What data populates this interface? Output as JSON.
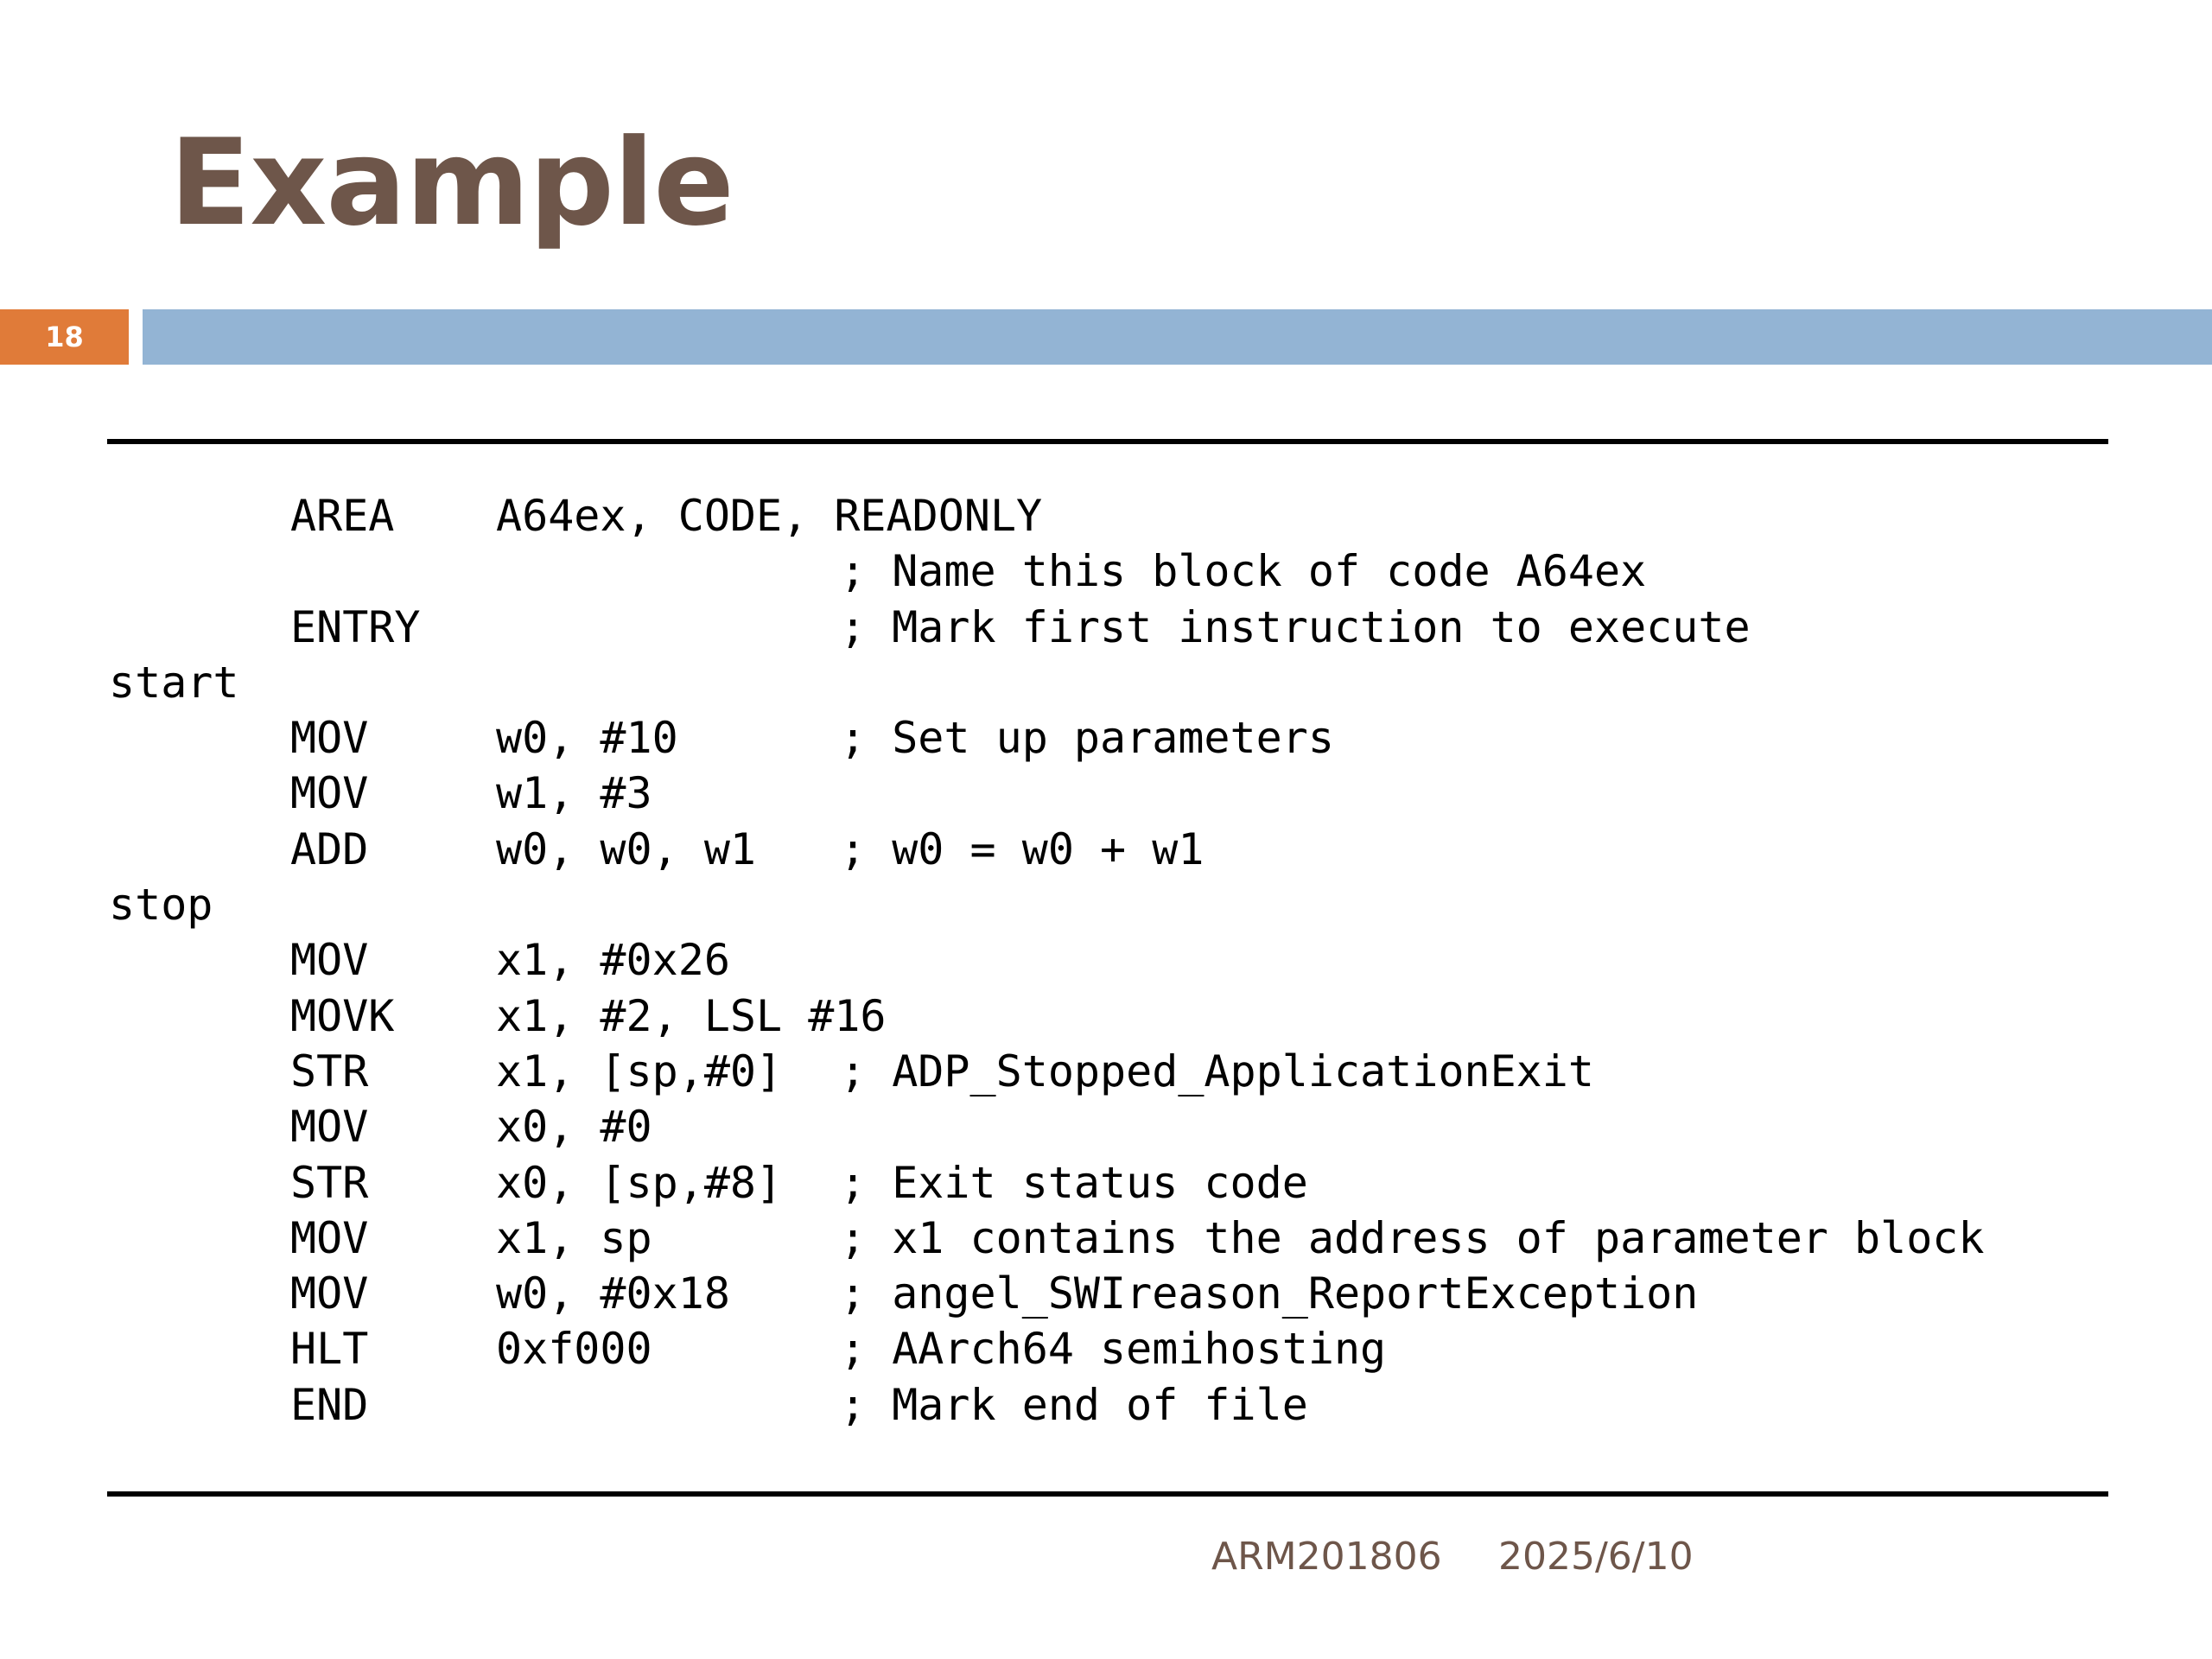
{
  "slide": {
    "title": "Example",
    "number": "18"
  },
  "code_lines": [
    {
      "label": "",
      "op": "AREA",
      "args": "A64ex, CODE, READONLY",
      "comment": ""
    },
    {
      "label": "",
      "op": "",
      "args": "",
      "comment": "; Name this block of code A64ex"
    },
    {
      "label": "",
      "op": "ENTRY",
      "args": "",
      "comment": "; Mark first instruction to execute"
    },
    {
      "label": "start",
      "op": "",
      "args": "",
      "comment": ""
    },
    {
      "label": "",
      "op": "MOV",
      "args": "w0, #10",
      "comment": "; Set up parameters"
    },
    {
      "label": "",
      "op": "MOV",
      "args": "w1, #3",
      "comment": ""
    },
    {
      "label": "",
      "op": "ADD",
      "args": "w0, w0, w1",
      "comment": "; w0 = w0 + w1"
    },
    {
      "label": "stop",
      "op": "",
      "args": "",
      "comment": ""
    },
    {
      "label": "",
      "op": "MOV",
      "args": "x1, #0x26",
      "comment": ""
    },
    {
      "label": "",
      "op": "MOVK",
      "args": "x1, #2, LSL #16",
      "comment": ""
    },
    {
      "label": "",
      "op": "STR",
      "args": "x1, [sp,#0]",
      "comment": "; ADP_Stopped_ApplicationExit"
    },
    {
      "label": "",
      "op": "MOV",
      "args": "x0, #0",
      "comment": ""
    },
    {
      "label": "",
      "op": "STR",
      "args": "x0, [sp,#8]",
      "comment": "; Exit status code"
    },
    {
      "label": "",
      "op": "MOV",
      "args": "x1, sp",
      "comment": "; x1 contains the address of parameter block"
    },
    {
      "label": "",
      "op": "MOV",
      "args": "w0, #0x18",
      "comment": "; angel_SWIreason_ReportException"
    },
    {
      "label": "",
      "op": "HLT",
      "args": "0xf000",
      "comment": "; AArch64 semihosting"
    },
    {
      "label": "",
      "op": "END",
      "args": "",
      "comment": "; Mark end of file"
    }
  ],
  "footer": {
    "course": "ARM201806",
    "date": "2025/6/10"
  },
  "colors": {
    "title": "#6e564a",
    "slide_number_bg": "#e07b39",
    "header_bar": "#93b4d4"
  }
}
